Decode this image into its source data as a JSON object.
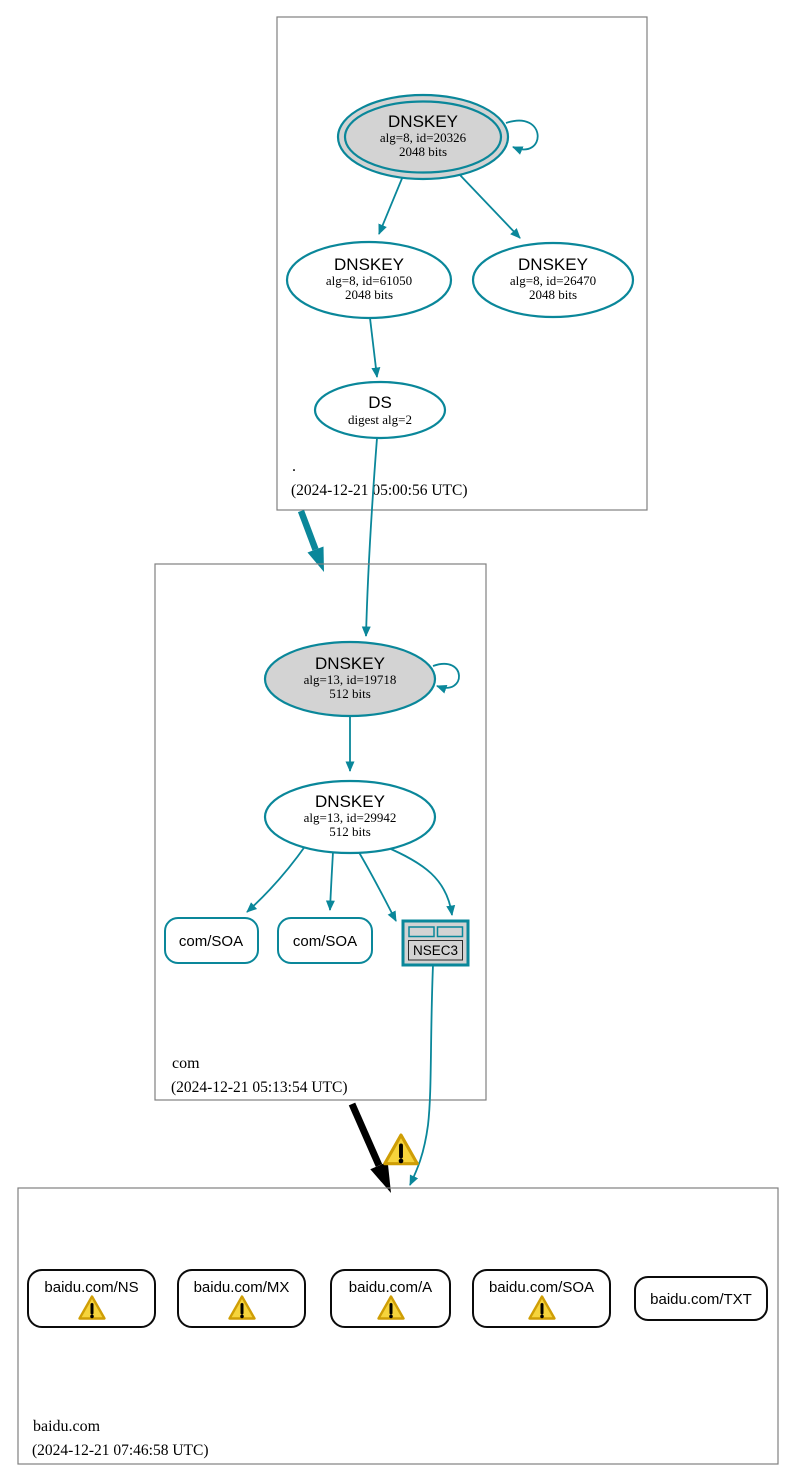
{
  "graph": {
    "zones": {
      "root": {
        "name": ".",
        "timestamp": "(2024-12-21 05:00:56 UTC)"
      },
      "com": {
        "name": "com",
        "timestamp": "(2024-12-21 05:13:54 UTC)"
      },
      "baidu_com": {
        "name": "baidu.com",
        "timestamp": "(2024-12-21 07:46:58 UTC)"
      }
    },
    "nodes": {
      "root_ksk": {
        "title": "DNSKEY",
        "detail": "alg=8, id=20326",
        "bits": "2048 bits"
      },
      "root_zsk": {
        "title": "DNSKEY",
        "detail": "alg=8, id=61050",
        "bits": "2048 bits"
      },
      "root_key_26470": {
        "title": "DNSKEY",
        "detail": "alg=8, id=26470",
        "bits": "2048 bits"
      },
      "root_ds": {
        "title": "DS",
        "detail": "digest alg=2"
      },
      "com_ksk": {
        "title": "DNSKEY",
        "detail": "alg=13, id=19718",
        "bits": "512 bits"
      },
      "com_zsk": {
        "title": "DNSKEY",
        "detail": "alg=13, id=29942",
        "bits": "512 bits"
      },
      "com_soa_1": {
        "label": "com/SOA"
      },
      "com_soa_2": {
        "label": "com/SOA"
      },
      "com_nsec3": {
        "label": "NSEC3"
      },
      "baidu_ns": {
        "label": "baidu.com/NS"
      },
      "baidu_mx": {
        "label": "baidu.com/MX"
      },
      "baidu_a": {
        "label": "baidu.com/A"
      },
      "baidu_soa": {
        "label": "baidu.com/SOA"
      },
      "baidu_txt": {
        "label": "baidu.com/TXT"
      }
    },
    "colors": {
      "secure_teal": "#0a879a",
      "node_fill_gray": "#d3d3d3",
      "zone_border_gray": "#808080",
      "insecure_black": "#000000",
      "warning_fill": "#f6d43c",
      "warning_border": "#cf9e05"
    }
  }
}
